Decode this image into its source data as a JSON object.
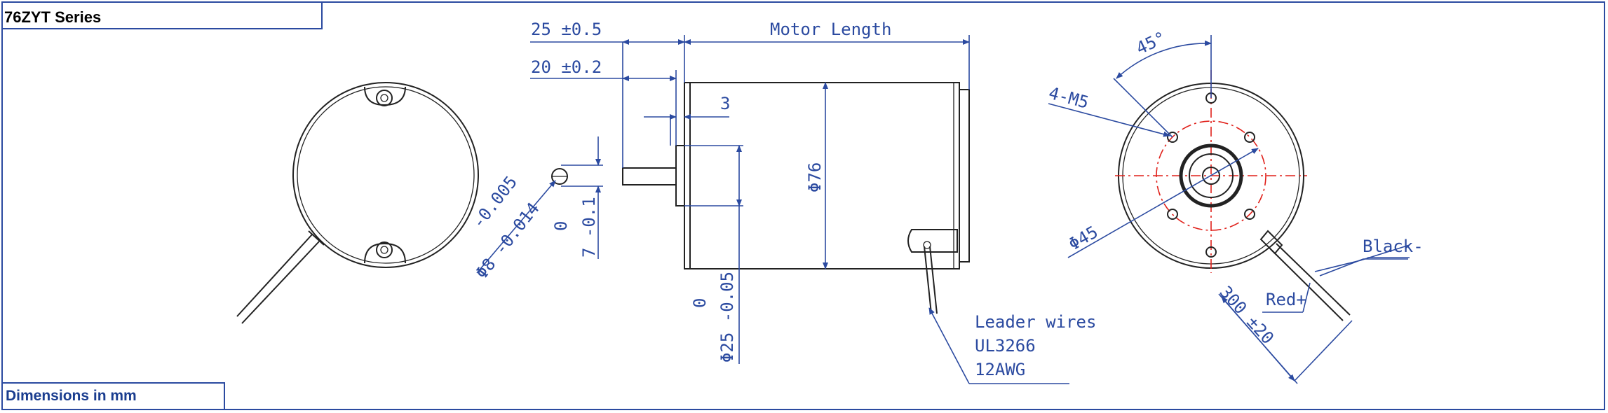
{
  "header": {
    "series_title": "76ZYT Series"
  },
  "footer": {
    "dimensions_note": "Dimensions in mm"
  },
  "dimensions": {
    "d25_tol": "25 ±0.5",
    "d20_tol": "20 ±0.2",
    "motor_length": "Motor Length",
    "d3": "3",
    "phi76": "Φ76",
    "phi8_upper": "-0.005",
    "phi8_main": "Φ8 -0.014",
    "d7_upper": "0",
    "d7_main": "7 -0.1",
    "phi25_upper": "0",
    "phi25_main": "Φ25 -0.05",
    "angle45": "45°",
    "m5": "4-M5",
    "phi45": "Φ45",
    "black_wire": "Black-",
    "red_wire": "Red+",
    "wire_length": "300 ±20"
  },
  "leader_wires": {
    "line1": "Leader wires",
    "line2": "UL3266",
    "line3": "12AWG"
  },
  "colors": {
    "border": "#2b4aa0",
    "dimension": "#2b4aa0",
    "centerline": "#e0201a",
    "outline": "#222222"
  }
}
